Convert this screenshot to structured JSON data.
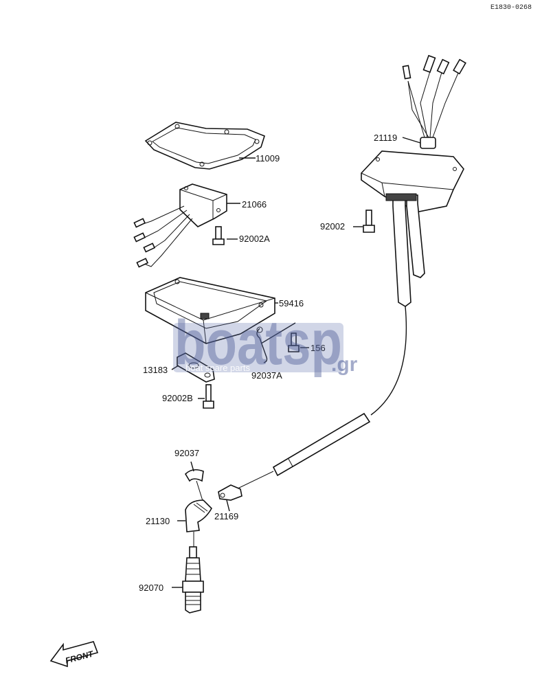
{
  "diagram_ref": "E1830-0268",
  "parts": {
    "p11009": "11009",
    "p21066": "21066",
    "p92002A": "92002A",
    "p59416": "59416",
    "p156": "156",
    "p92037A": "92037A",
    "p13183": "13183",
    "p92002B": "92002B",
    "p21119": "21119",
    "p92002": "92002",
    "p92037": "92037",
    "p21130": "21130",
    "p21169": "21169",
    "p92070": "92070"
  },
  "front_label": "FRONT",
  "watermark": {
    "brand": "boatsp",
    "tld": ".gr",
    "tagline": "boat spare parts"
  }
}
